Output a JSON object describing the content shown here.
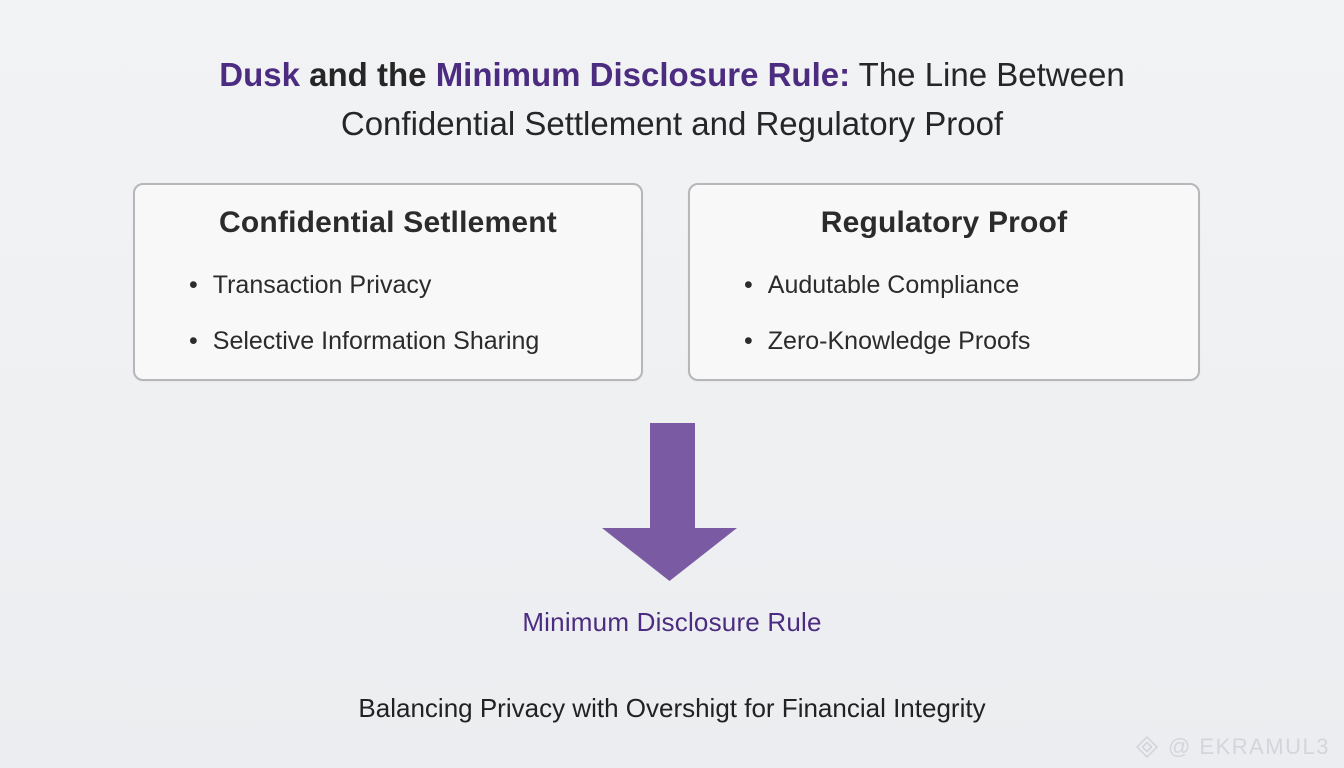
{
  "colors": {
    "accent_purple": "#4c2c80",
    "arrow_purple": "#7a5ba3",
    "text_dark": "#262626",
    "box_background": "#f8f8f9",
    "box_border": "#b7b7bb",
    "page_background": "#eef0f2",
    "watermark_gray": "#d4d5da"
  },
  "title": {
    "part1": "Dusk",
    "part2": " and the ",
    "part3": "Minimum Disclosure Rule:",
    "part4": " The Line Between",
    "line2": "Confidential Settlement and Regulatory Proof"
  },
  "boxes": [
    {
      "title": "Confidential Setllement",
      "items": [
        "Transaction Privacy",
        "Selective Information Sharing"
      ]
    },
    {
      "title": "Regulatory Proof",
      "items": [
        "Audutable Compliance",
        "Zero-Knowledge Proofs"
      ]
    }
  ],
  "bullet_glyph": "•",
  "arrow_label": "Minimum Disclosure Rule",
  "footer": "Balancing Privacy with Overshigt for Financial Integrity",
  "watermark": {
    "icon": "gem-logo-icon",
    "handle": "@ EKRAMUL3"
  }
}
